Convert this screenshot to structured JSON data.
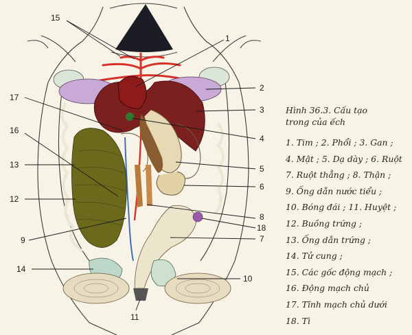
{
  "caption": {
    "line1": "Hình 36.3. Cấu tạo",
    "line2": "trong của ếch"
  },
  "legend": [
    "1. Tim ; 2. Phổi ; 3. Gan ;",
    "4. Mật ; 5. Dạ dày ; 6. Ruột",
    "7. Ruột thẳng ; 8. Thận ;",
    "9. Ống dẫn nước tiểu ;",
    "10. Bóng đái ; 11. Huyệt ;",
    "12. Buồng trứng ;",
    "13. Ống dẫn trứng ;",
    "14. Tử cung ;",
    "15. Các gốc động mạch ;",
    "16. Động mạch chủ",
    "17. Tĩnh mạch chủ dưới",
    "18. Tì"
  ],
  "labels": {
    "n1": "1",
    "n2": "2",
    "n3": "3",
    "n4": "4",
    "n5": "5",
    "n6": "6",
    "n7": "7",
    "n8": "8",
    "n9": "9",
    "n10": "10",
    "n11": "11",
    "n12": "12",
    "n13": "13",
    "n14": "14",
    "n15": "15",
    "n16": "16",
    "n17": "17",
    "n18": "18"
  },
  "colors": {
    "background": "#f7f3e6",
    "lung": "#c9a9d6",
    "liver": "#7b1f1f",
    "heart": "#8e1a1a",
    "artery": "#d8312a",
    "vein": "#3f6fb8",
    "ovary": "#6b6a1c",
    "intestine": "#d9c7a0",
    "kidney": "#b87a3a",
    "uterus": "#bcd8c8",
    "bladder": "#cfe0cf"
  }
}
